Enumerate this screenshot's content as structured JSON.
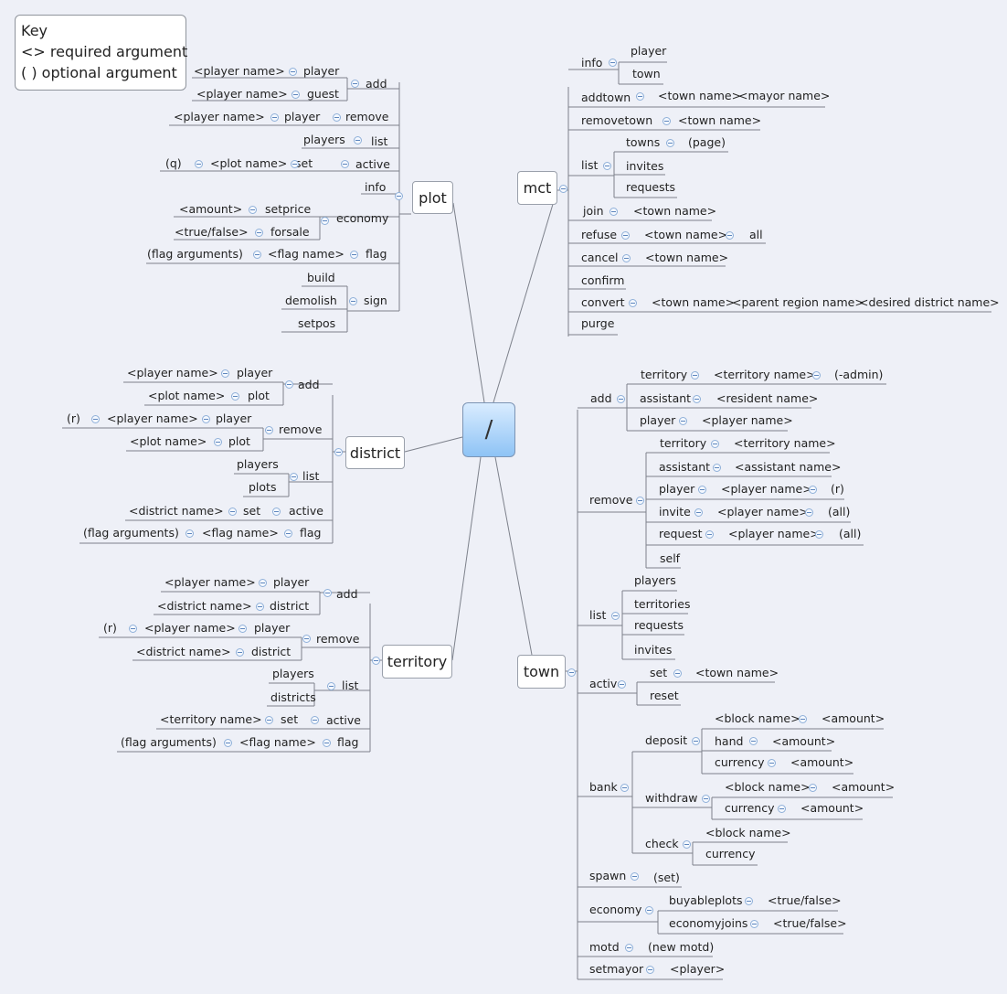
{
  "key": {
    "title": "Key",
    "required": "<> required argument",
    "optional": "( ) optional argument"
  },
  "root": {
    "label": "/"
  },
  "main": [
    "plot",
    "mct",
    "district",
    "territory",
    "town"
  ],
  "labels": [
    "<player name>",
    "player",
    "add",
    "<player name>",
    "guest",
    "<player name>",
    "player",
    "remove",
    "players",
    "list",
    "(q)",
    "<plot name>",
    "set",
    "active",
    "info",
    "<amount>",
    "setprice",
    "economy",
    "<true/false>",
    "forsale",
    "(flag arguments)",
    "<flag name>",
    "flag",
    "build",
    "demolish",
    "sign",
    "setpos",
    "info",
    "player",
    "town",
    "addtown",
    "<town name>",
    "<mayor name>",
    "removetown",
    "<town name>",
    "list",
    "towns",
    "(page)",
    "invites",
    "requests",
    "join",
    "<town name>",
    "refuse",
    "<town name>",
    "all",
    "cancel",
    "<town name>",
    "confirm",
    "convert",
    "<town name>",
    "<parent region name>",
    "<desired district name>",
    "purge",
    "<player name>",
    "player",
    "add",
    "<plot name>",
    "plot",
    "(r)",
    "<player name>",
    "player",
    "remove",
    "<plot name>",
    "plot",
    "players",
    "list",
    "plots",
    "<district name>",
    "set",
    "active",
    "(flag arguments)",
    "<flag name>",
    "flag",
    "<player name>",
    "player",
    "add",
    "<district name>",
    "district",
    "(r)",
    "<player name>",
    "player",
    "remove",
    "<district name>",
    "district",
    "players",
    "list",
    "districts",
    "<territory name>",
    "set",
    "active",
    "(flag arguments)",
    "<flag name>",
    "flag",
    "add",
    "territory",
    "<territory name>",
    "(-admin)",
    "assistant",
    "<resident name>",
    "player",
    "<player name>",
    "remove",
    "territory",
    "<territory name>",
    "assistant",
    "<assistant name>",
    "player",
    "<player name>",
    "(r)",
    "invite",
    "<player name>",
    "(all)",
    "request",
    "<player name>",
    "(all)",
    "self",
    "list",
    "players",
    "territories",
    "requests",
    "invites",
    "active",
    "set",
    "<town name>",
    "reset",
    "bank",
    "deposit",
    "<block name>",
    "<amount>",
    "hand",
    "<amount>",
    "currency",
    "<amount>",
    "withdraw",
    "<block name>",
    "<amount>",
    "currency",
    "<amount>",
    "check",
    "<block name>",
    "currency",
    "spawn",
    "(set)",
    "economy",
    "buyableplots",
    "<true/false>",
    "economyjoins",
    "<true/false>",
    "motd",
    "(new motd)",
    "setmayor",
    "<player>"
  ]
}
